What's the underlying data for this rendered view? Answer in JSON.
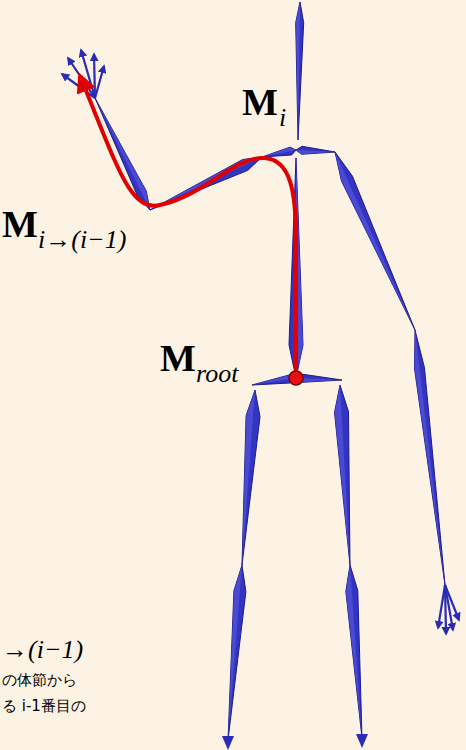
{
  "diagram": {
    "labels": [
      "M",
      "i",
      "M",
      "i→(i−1)",
      "M",
      "root",
      "→(i−1)",
      "の体節から",
      "る i-1番目の"
    ]
  }
}
